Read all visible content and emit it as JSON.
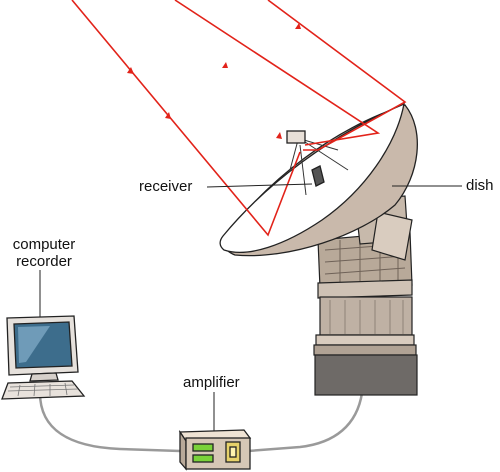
{
  "labels": {
    "receiver": "receiver",
    "dish": "dish",
    "computer_line1": "computer",
    "computer_line2": "recorder",
    "amplifier": "amplifier"
  },
  "colors": {
    "ray": "#e2231a",
    "dish_fill": "#ffffff",
    "dish_back": "#c9b9ab",
    "tower": "#bfb1a4",
    "tower_dark": "#8f8378",
    "base": "#6e6a67",
    "screen": "#3d6d8c",
    "cable": "#9a9a9a",
    "amp_body": "#d6c7b6",
    "amp_led": "#7ad23a",
    "amp_panel": "#e7d26a"
  }
}
